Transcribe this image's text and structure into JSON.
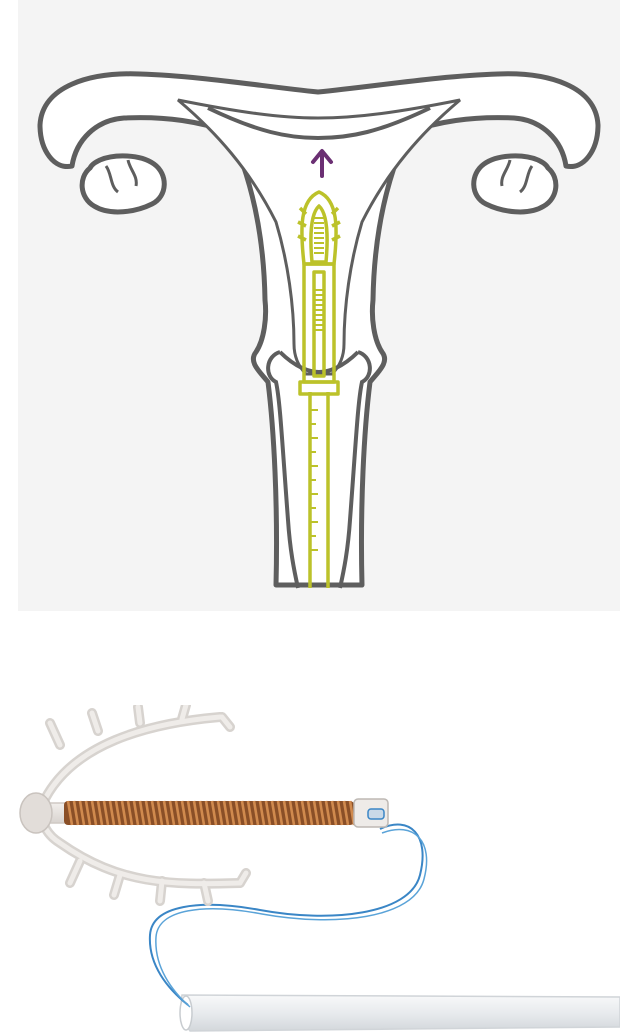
{
  "panel": {
    "background": "#f4f4f4"
  },
  "colors": {
    "anatomy_outline": "#5e5e5e",
    "anatomy_fill": "#ffffff",
    "inserter": "#bcc22a",
    "arrow": "#6b2f73",
    "copper": "#b06a35",
    "copper_dark": "#7a4420",
    "frame": "#ece9e6",
    "frame_edge": "#d4d0cc",
    "thread": "#3a86c6",
    "tube": "#eef0f2"
  },
  "illustration": {
    "anatomy": "uterus-with-fallopian-tubes-and-ovaries",
    "instrument": "iud-inserter",
    "direction_indicator": "arrow-up-icon"
  },
  "photo": {
    "subject": "copper-iud-device"
  }
}
